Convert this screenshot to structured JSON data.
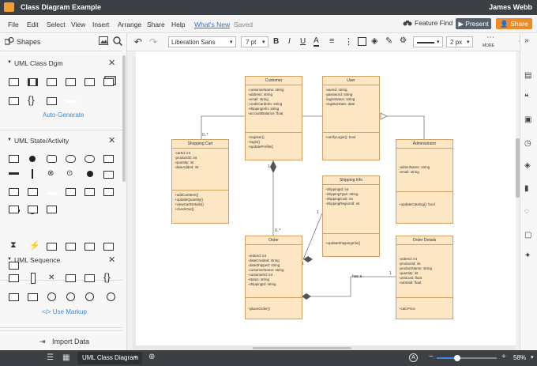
{
  "app": {
    "title": "Class Diagram Example",
    "user": "James Webb"
  },
  "menu": {
    "items": [
      "File",
      "Edit",
      "Select",
      "View",
      "Insert",
      "Arrange",
      "Share",
      "Help"
    ],
    "whats_new": "What's New",
    "saved": "Saved",
    "feature_find": "Feature Find",
    "present": "Present",
    "share": "Share"
  },
  "toolbar": {
    "font": "Liberation Sans",
    "font_size": "7 pt",
    "line_width": "2 px",
    "more": "MORE"
  },
  "shapes_panel": {
    "title": "Shapes",
    "sections": [
      {
        "label": "UML Class Dgm",
        "link": "Auto-Generate"
      },
      {
        "label": "UML State/Activity"
      },
      {
        "label": "UML Sequence",
        "link": "Use Markup"
      }
    ],
    "import": "Import Data"
  },
  "diagram": {
    "classes": {
      "customer": {
        "name": "Customer",
        "attrs": [
          "-customerName: string",
          "-address: string",
          "-email: string",
          "-creditCardInfo: string",
          "-shippingInfo: string",
          "-accountBalance: float"
        ],
        "ops": [
          "+register()",
          "+login()",
          "+updateProfile()"
        ]
      },
      "user": {
        "name": "User",
        "attrs": [
          "-userId: string",
          "-password: string",
          "-loginStatus: string",
          "-registerDate: date"
        ],
        "ops": [
          "+verifyLogin(): bool"
        ]
      },
      "cart": {
        "name": "Shopping Cart",
        "attrs": [
          "-cartId: int",
          "-productID: int",
          "-quantity: int",
          "-dateAdded: int"
        ],
        "ops": [
          "+addCartItem()",
          "+updateQuantity()",
          "+viewCartDetails()",
          "+checkOut()"
        ]
      },
      "admin": {
        "name": "Administrator",
        "attrs": [
          "-adminName: string",
          "-email: string"
        ],
        "ops": [
          "+updateCatalog(): bool"
        ]
      },
      "shipping": {
        "name": "Shipping Info",
        "attrs": [
          "-shippingId: int",
          "-shippingType: string",
          "-shippingCost: int",
          "-shippingRegionId: int"
        ],
        "ops": [
          "+updateShippingInfo()"
        ]
      },
      "order": {
        "name": "Order",
        "attrs": [
          "-orderId: int",
          "-dateCreated: string",
          "-dateShipped: string",
          "-customerName: string",
          "-customerId: int",
          "-status: string",
          "-shippingId: string"
        ],
        "ops": [
          "+placeOrder()"
        ]
      },
      "details": {
        "name": "Order Details",
        "attrs": [
          "-orderId: int",
          "-productId: int",
          "-productName: string",
          "-quantity: int",
          "-unitCost: float",
          "-subtotal: float"
        ],
        "ops": [
          "+calcPrice"
        ]
      }
    },
    "labels": {
      "cust_cart_mult": "0..*",
      "cust_order_1": "1",
      "order_mult": "0..*",
      "ship_1": "1",
      "ship_1b": "1",
      "has_a": "has a",
      "det_1": "1",
      "ord_1": "1"
    }
  },
  "status": {
    "tab": "UML Class Diagram",
    "zoom": "58%"
  }
}
